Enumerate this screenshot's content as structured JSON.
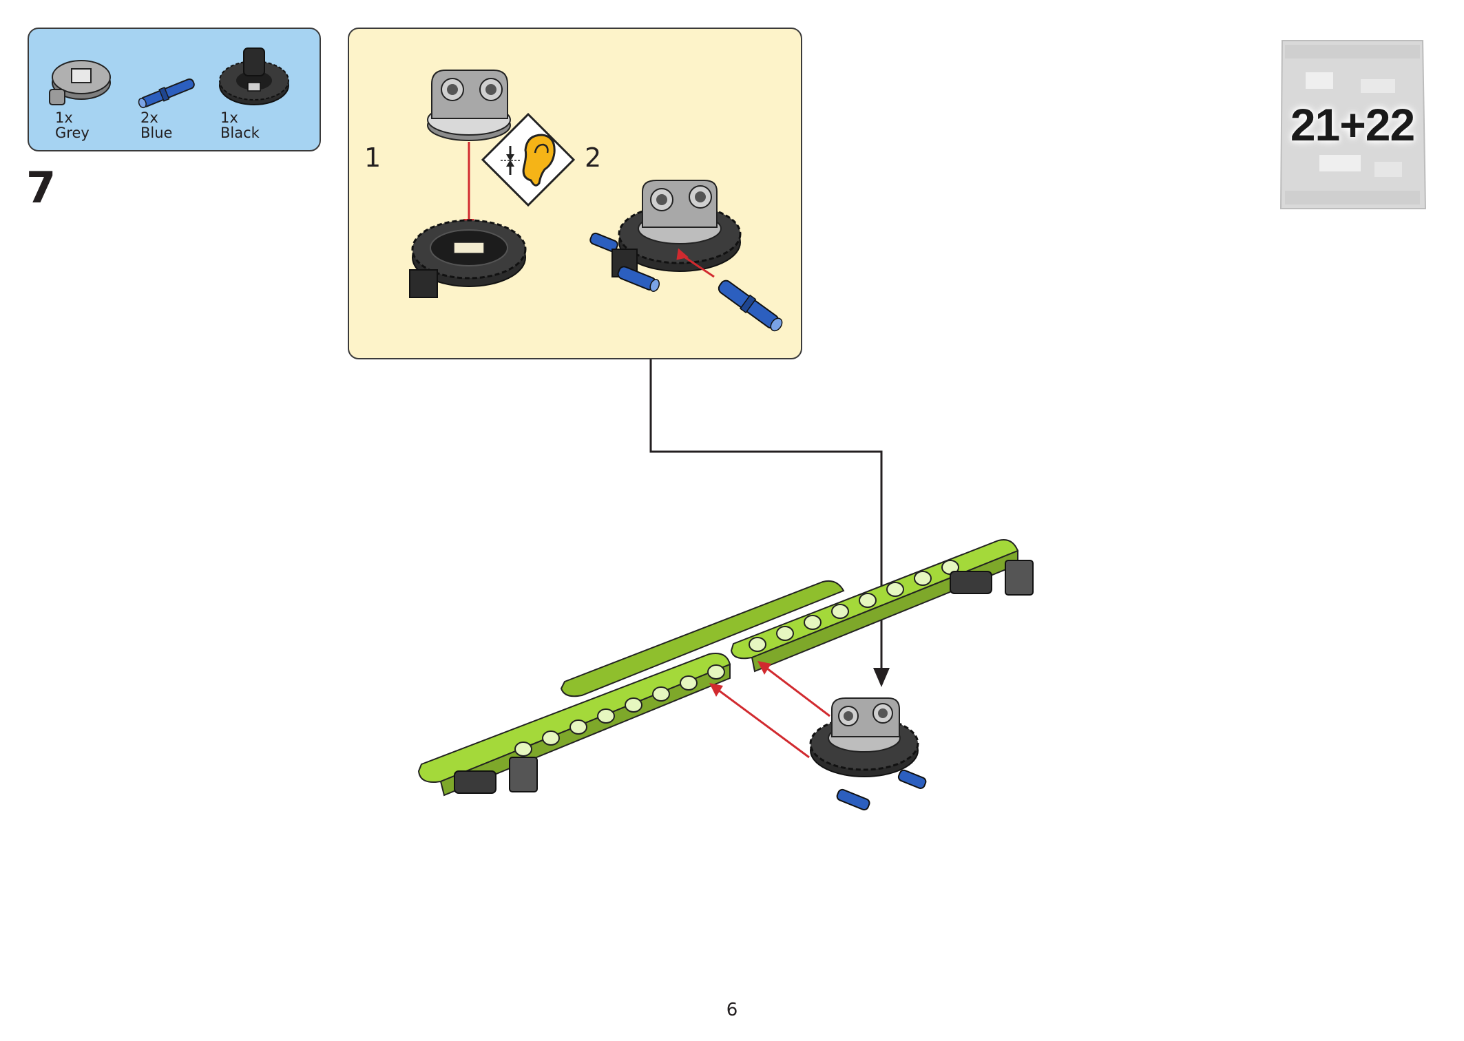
{
  "parts": [
    {
      "count": "1x",
      "color_name": "Grey",
      "icon": "bushing-gear-icon",
      "color": "#9a9a9a"
    },
    {
      "count": "2x",
      "color_name": "Blue",
      "icon": "axle-pin-icon",
      "color": "#2c5fbf"
    },
    {
      "count": "1x",
      "color_name": "Black",
      "icon": "gear-24-tooth-icon",
      "color": "#2b2b2b"
    }
  ],
  "step": {
    "number": "7"
  },
  "substeps": [
    {
      "number": "1"
    },
    {
      "number": "2"
    }
  ],
  "bag": {
    "label": "21+22"
  },
  "page": {
    "number": "6"
  },
  "colors": {
    "parts_panel_bg": "#a6d3f2",
    "substep_panel_bg": "#fdf3c9",
    "beam_green": "#a4d93a",
    "arrow_red": "#d12a2f",
    "axle_blue": "#2c5fbf"
  }
}
